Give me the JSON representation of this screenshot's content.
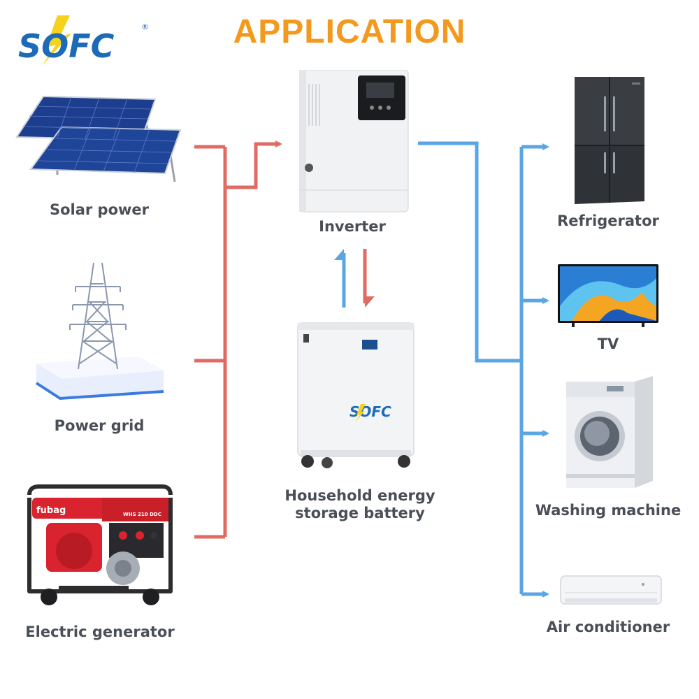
{
  "title": "APPLICATION",
  "logo": {
    "text": "SOFC",
    "registered": "®"
  },
  "sources": [
    {
      "id": "solar",
      "label": "Solar power"
    },
    {
      "id": "grid",
      "label": "Power grid"
    },
    {
      "id": "generator",
      "label": "Electric generator",
      "brand": "fubag",
      "model": "WHS 210 DDC"
    }
  ],
  "center": {
    "inverter": {
      "label": "Inverter"
    },
    "battery": {
      "label_line1": "Household energy",
      "label_line2": "storage battery",
      "logo_text": "SOFC"
    }
  },
  "loads": [
    {
      "id": "fridge",
      "label": "Refrigerator"
    },
    {
      "id": "tv",
      "label": "TV"
    },
    {
      "id": "washer",
      "label": "Washing machine"
    },
    {
      "id": "ac",
      "label": "Air conditioner"
    }
  ],
  "colors": {
    "title": "#f39a1e",
    "input_line": "#e06b63",
    "output_line": "#5aa6e4",
    "logo_blue": "#1d6bb8",
    "logo_yellow": "#f5d21c",
    "label": "#4a4f57"
  }
}
